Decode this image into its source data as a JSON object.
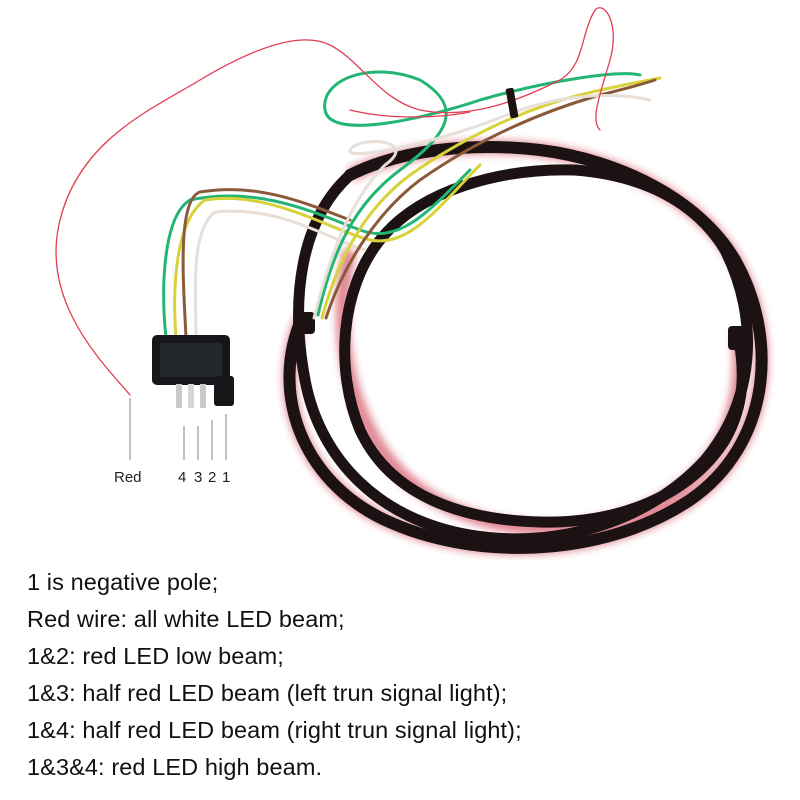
{
  "wiring": {
    "wire_colors": {
      "red": "#e23d52",
      "green": "#22b573",
      "yellow": "#d8d23a",
      "brown": "#8a5a3a",
      "white": "#e8e0d8",
      "strip": "#1c1214",
      "strip_glow": "#c8283c"
    },
    "pin_labels": {
      "red": "Red",
      "p4": "4",
      "p3": "3",
      "p2": "2",
      "p1": "1"
    }
  },
  "notes": [
    "1 is negative pole;",
    "Red wire: all white LED beam;",
    "1&2: red LED low beam;",
    "1&3: half red LED beam (left trun signal light);",
    "1&4: half red LED beam (right trun signal light);",
    "1&3&4: red LED high beam."
  ]
}
